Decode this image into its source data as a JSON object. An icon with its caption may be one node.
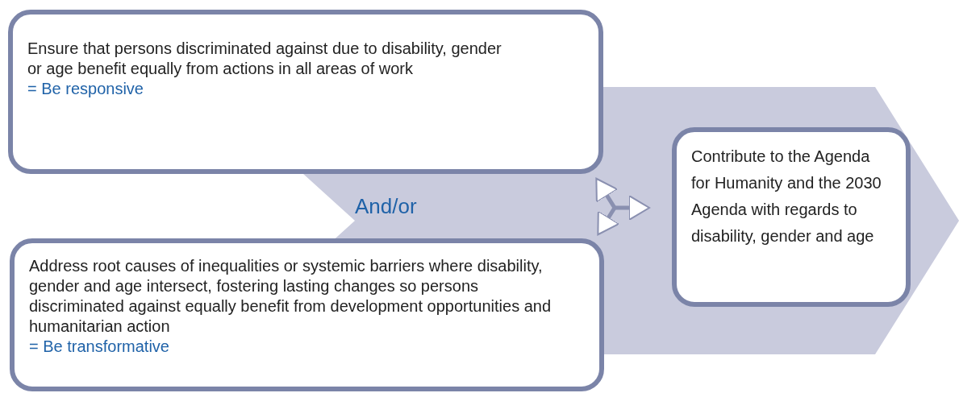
{
  "diagram": {
    "nodes": [
      {
        "text": [
          "And/or"
        ]
      },
      {
        "text": [
          "Ensure that persons discriminated against due to disability, gender or age benefit equally from actions in all areas of work",
          "= Be responsive"
        ]
      },
      {
        "text": [
          "Contribute to the Agenda for Humanity and the 2030 Agenda with regards to disability, gender and age"
        ],
        "in": 0
      },
      {
        "text": [
          "Address root causes of inequalities or systemic barriers where disability, gender and age intersect, fostering lasting changes so persons discriminated against equally benefit from development opportunities and humanitarian action",
          "= Be transformative"
        ]
      }
    ],
    "edges": [
      {
        "from": null,
        "to": 1,
        "arrow": "to"
      },
      {
        "from": null,
        "to": 2,
        "arrow": "to"
      },
      {
        "from": null,
        "to": 3,
        "arrow": "to"
      }
    ]
  }
}
